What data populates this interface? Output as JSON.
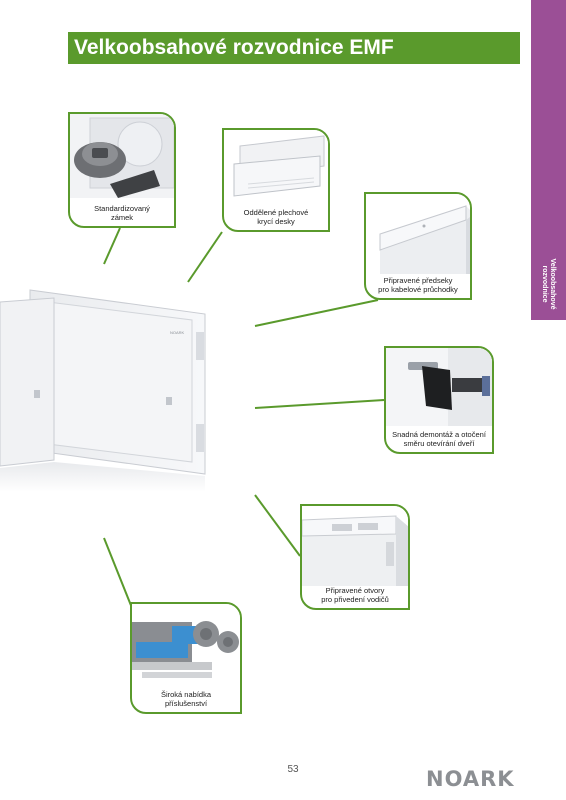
{
  "header": {
    "title": "Velkoobsahové rozvodnice EMF"
  },
  "side_tab": {
    "label": "Velkoobsahové\nrozvodnice"
  },
  "callouts": [
    {
      "caption": "Standardizovaný\nzámek"
    },
    {
      "caption": "Oddělené plechové\nkrycí desky"
    },
    {
      "caption": "Připravené předseky\npro kabelové průchodky"
    },
    {
      "caption": "Snadná demontáž a otočení\nsměru otevírání dveří"
    },
    {
      "caption": "Připravené otvory\npro přivedení vodičů"
    },
    {
      "caption": "Široká nabídka\npříslušenství"
    }
  ],
  "footer": {
    "page_number": "53",
    "logo_text": "NOARK"
  },
  "colors": {
    "accent_green": "#5a9a2c",
    "side_tab_purple": "#9b4f96"
  }
}
